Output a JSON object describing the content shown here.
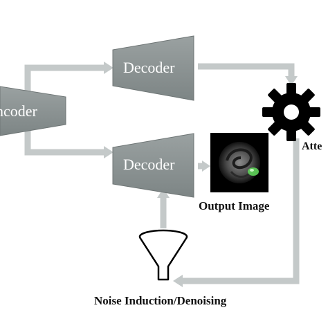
{
  "labels": {
    "encoder": "ncoder",
    "decoder_top": "Decoder",
    "decoder_bottom": "Decoder",
    "attention": "Atte",
    "output_image": "Output Image",
    "noise": "Noise Induction/Denoising"
  },
  "icons": {
    "attention": "gear-icon",
    "noise": "funnel-icon",
    "output": "mri-scan-image"
  },
  "colors": {
    "block": "#8a9191",
    "arrow": "#c4c9c9",
    "icon": "#000000",
    "highlight": "#5fd35a"
  }
}
